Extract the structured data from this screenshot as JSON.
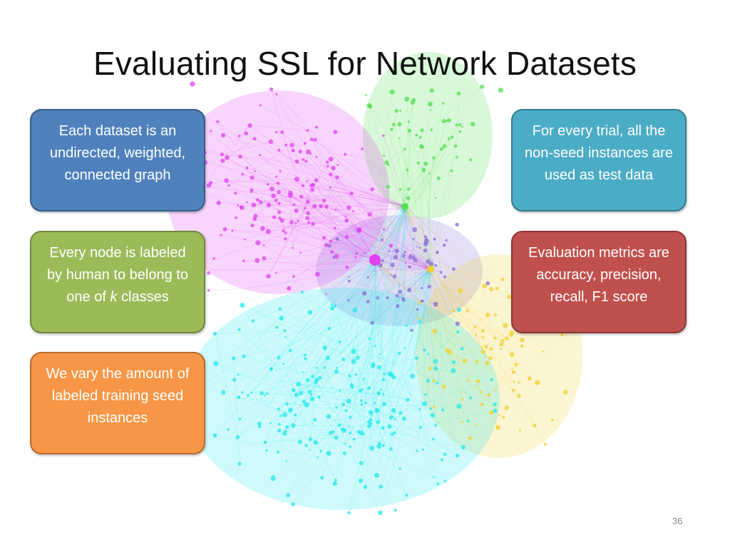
{
  "slide": {
    "title": "Evaluating SSL for Network Datasets",
    "page_number": "36"
  },
  "boxes": {
    "blue": {
      "text": "Each dataset is an undirected, weighted, connected graph",
      "color": "#4f81bd"
    },
    "green": {
      "text_main": "Every node is labeled by human to belong to one of ",
      "text_italic": "k",
      "text_end": " classes",
      "color": "#9bbb59"
    },
    "orange": {
      "text": "We vary the amount of labeled training seed instances",
      "color": "#f79646"
    },
    "teal": {
      "text": "For every trial, all the non-seed instances are used as test data",
      "color": "#4bacc6"
    },
    "red": {
      "text": "Evaluation metrics are accuracy, precision, recall, F1 score",
      "color": "#c0504d"
    }
  },
  "network_colors": {
    "magenta": "#e040f0",
    "cyan": "#22e8ec",
    "green": "#50e050",
    "yellow": "#f0d030",
    "purple": "#8a6cd8"
  }
}
